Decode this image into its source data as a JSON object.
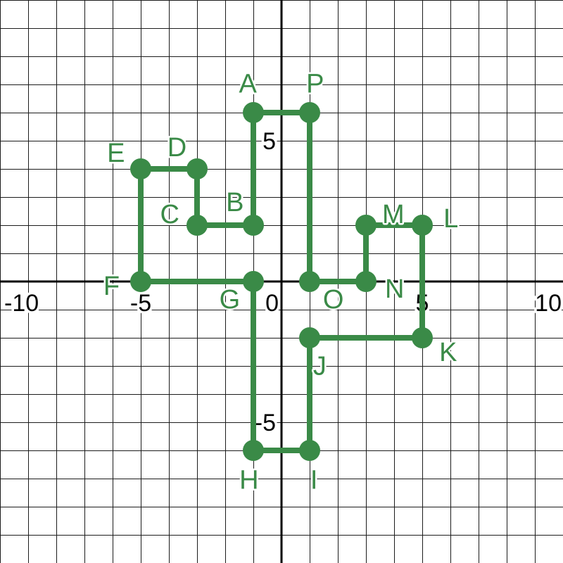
{
  "chart_data": {
    "type": "scatter",
    "xlim": [
      -10,
      10
    ],
    "ylim": [
      -10,
      10
    ],
    "grid": true,
    "x_ticks": [
      -10,
      -5,
      0,
      5,
      10
    ],
    "y_ticks": [
      5,
      -5
    ],
    "x_tick_labels": [
      "-10",
      "-5",
      "0",
      "5",
      "10"
    ],
    "y_tick_labels": [
      "5",
      "-5"
    ],
    "color": "#3a8a47",
    "points": [
      {
        "label": "A",
        "x": -1,
        "y": 6
      },
      {
        "label": "B",
        "x": -1,
        "y": 2
      },
      {
        "label": "C",
        "x": -3,
        "y": 2
      },
      {
        "label": "D",
        "x": -3,
        "y": 4
      },
      {
        "label": "E",
        "x": -5,
        "y": 4
      },
      {
        "label": "F",
        "x": -5,
        "y": 0
      },
      {
        "label": "G",
        "x": -1,
        "y": 0
      },
      {
        "label": "H",
        "x": -1,
        "y": -6
      },
      {
        "label": "I",
        "x": 1,
        "y": -6
      },
      {
        "label": "J",
        "x": 1,
        "y": -2
      },
      {
        "label": "K",
        "x": 5,
        "y": -2
      },
      {
        "label": "L",
        "x": 5,
        "y": 2
      },
      {
        "label": "M",
        "x": 3,
        "y": 2
      },
      {
        "label": "N",
        "x": 3,
        "y": 0
      },
      {
        "label": "O",
        "x": 1,
        "y": 0
      },
      {
        "label": "P",
        "x": 1,
        "y": 6
      }
    ],
    "closed": true
  }
}
